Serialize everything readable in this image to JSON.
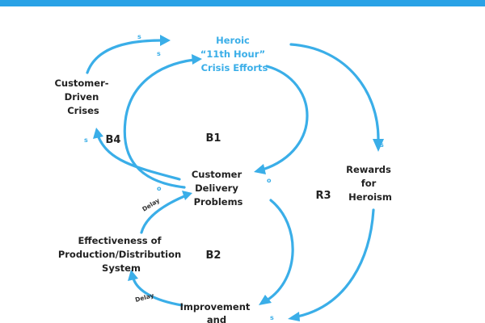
{
  "nodes": {
    "heroic": [
      "Heroic",
      "“11th Hour”",
      "Crisis Efforts"
    ],
    "customer_driven": [
      "Customer-",
      "Driven",
      "Crises"
    ],
    "delivery": [
      "Customer",
      "Delivery",
      "Problems"
    ],
    "rewards": [
      "Rewards",
      "for",
      "Heroism"
    ],
    "effectiveness": [
      "Effectiveness of",
      "Production/Distribution",
      "System"
    ],
    "improvement": [
      "Improvement",
      "and"
    ]
  },
  "loops": {
    "b1": "B1",
    "b2": "B2",
    "b4": "B4",
    "r3": "R3"
  },
  "polarity": {
    "s_top_outer": "s",
    "s_top_inner": "s",
    "s_left": "s",
    "s_rewards": "s",
    "o_b1": "o",
    "o_delay": "o",
    "s_bottom": "s"
  },
  "delays": {
    "upper": "Delay",
    "lower": "Delay"
  },
  "colors": {
    "arrow": "#3aaee8",
    "top_bar": "#2aa2e6",
    "node_highlight": "#3aaee8",
    "text": "#222222"
  }
}
